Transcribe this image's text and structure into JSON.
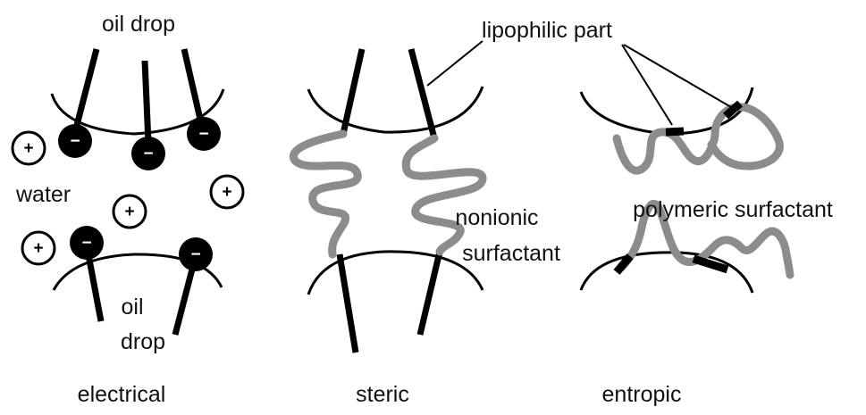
{
  "colors": {
    "ink": "#000000",
    "surfactant_chain": "#8c8c8c",
    "background": "#ffffff",
    "anion_fill": "#000000",
    "anion_sign": "#ffffff",
    "cation_fill": "#ffffff"
  },
  "panels": {
    "electrical": {
      "caption": "electrical",
      "oil_drop_top_label": "oil drop",
      "water_label": "water",
      "oil_drop_bottom_label_line1": "oil",
      "oil_drop_bottom_label_line2": "drop",
      "anion_sign": "−",
      "cation_sign": "+"
    },
    "steric": {
      "caption": "steric",
      "surfactant_label_line1": "nonionic",
      "surfactant_label_line2": "surfactant"
    },
    "entropic": {
      "caption": "entropic",
      "surfactant_label": "polymeric surfactant"
    },
    "shared": {
      "lipophilic_label": "lipophilic part"
    }
  }
}
